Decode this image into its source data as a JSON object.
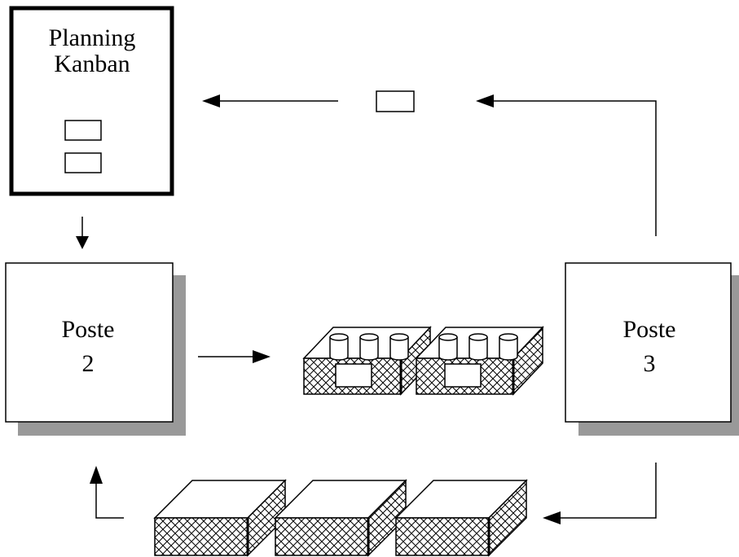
{
  "planning": {
    "line1": "Planning",
    "line2": "Kanban"
  },
  "poste2": {
    "line1": "Poste",
    "line2": "2"
  },
  "poste3": {
    "line1": "Poste",
    "line2": "3"
  },
  "colors": {
    "stroke": "#000000",
    "shadow": "#999999",
    "background": "#ffffff"
  }
}
